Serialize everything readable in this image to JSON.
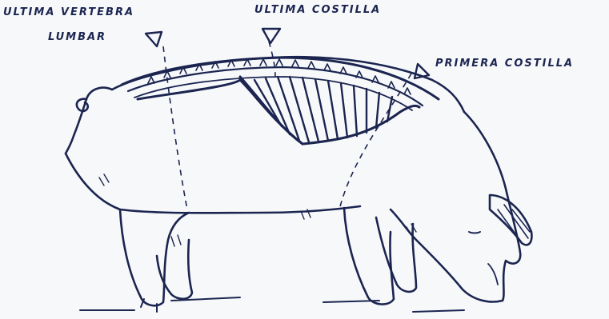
{
  "labels": {
    "ultima_vertebra_line1": "ULTIMA VERTEBRA",
    "ultima_vertebra_line2": "LUMBAR",
    "ultima_costilla": "ULTIMA COSTILLA",
    "primera_costilla": "PRIMERA COSTILLA"
  },
  "colors": {
    "ink": "#1b2550",
    "paper": "#f7f8fa"
  }
}
